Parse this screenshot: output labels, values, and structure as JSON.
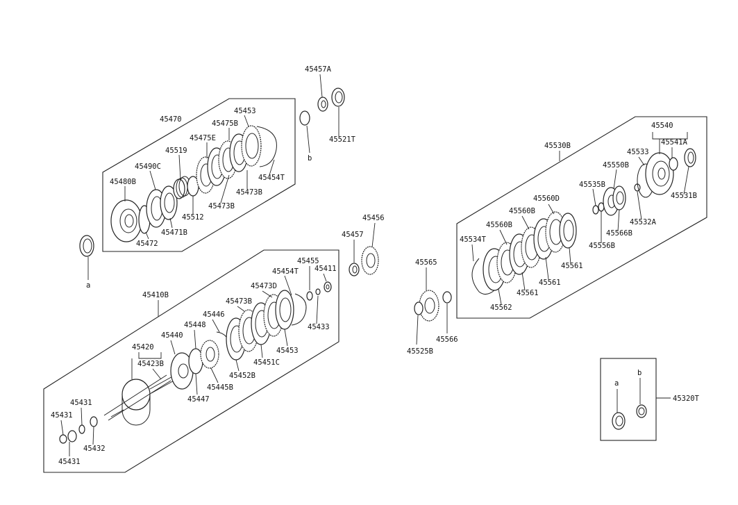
{
  "labels": {
    "p45457A": "45457A",
    "p45521T": "45521T",
    "p45470": "45470",
    "p45453a": "45453",
    "p45475B": "45475B",
    "p45475E": "45475E",
    "p45519": "45519",
    "p45490": "45490C",
    "p45480B": "45480B",
    "p45454Ta": "45454T",
    "p45473Ba": "45473B",
    "p45473Bb": "45473B",
    "p45512": "45512",
    "p45471B": "45471B",
    "p45472": "45472",
    "b_ref1": "b",
    "a_ref1": "a",
    "p45456": "45456",
    "p45457": "45457",
    "p45530B": "45530B",
    "p45540": "45540",
    "p45541A": "45541A",
    "p45533": "45533",
    "p45550B": "45550B",
    "p45535B": "45535B",
    "p45531B": "45531B",
    "p45532A": "45532A",
    "p45566B": "45566B",
    "p45556B": "45556B",
    "p45560Da": "45560D",
    "p45560B": "45560B",
    "p45560Bb": "45560B",
    "p45534T": "45534T",
    "p45561a": "45561",
    "p45561b": "45561",
    "p45561c": "45561",
    "p45562": "45562",
    "p45565": "45565",
    "p45566": "45566",
    "p45525B": "45525B",
    "p45410B": "45410B",
    "p45455": "45455",
    "p45411": "45411",
    "p45454Tb": "45454T",
    "p45473D": "45473D",
    "p45473Bc": "45473B",
    "p45446": "45446",
    "p45448": "45448",
    "p45440": "45440",
    "p45420": "45420",
    "p45423B": "45423B",
    "p45433": "45433",
    "p45453b": "45453",
    "p45451C": "45451C",
    "p45452B": "45452B",
    "p45445B": "45445B",
    "p45447": "45447",
    "p45431a": "45431",
    "p45431b": "45431",
    "p45431c": "45431",
    "p45432": "45432",
    "a_ref2": "a",
    "b_ref2": "b",
    "p45320T": "45320T"
  }
}
